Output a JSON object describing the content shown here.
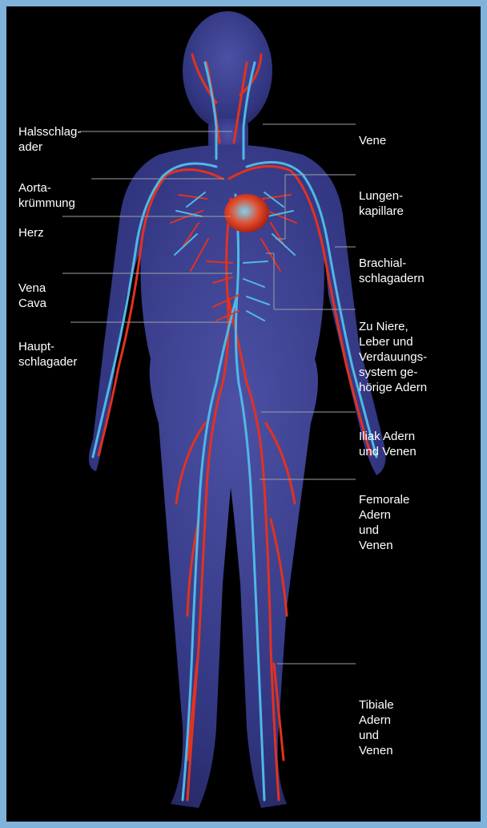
{
  "diagram": {
    "frame_color": "#7fb3dc",
    "background": "#000000",
    "artery_color": "#e2321f",
    "vein_color": "#4fb8e6",
    "body_color": "#4a4fb0",
    "labels_left": [
      {
        "id": "halsschlagader",
        "lines": [
          "Halsschlag-",
          "ader"
        ]
      },
      {
        "id": "aortakruemmung",
        "lines": [
          "Aorta-",
          "krümmung"
        ]
      },
      {
        "id": "herz",
        "lines": [
          "Herz"
        ]
      },
      {
        "id": "vena-cava",
        "lines": [
          "Vena",
          "Cava"
        ]
      },
      {
        "id": "hauptschlagader",
        "lines": [
          "Haupt-",
          "schlagader"
        ]
      }
    ],
    "labels_right": [
      {
        "id": "vene",
        "lines": [
          "Vene"
        ]
      },
      {
        "id": "lungenkapillare",
        "lines": [
          "Lungen-",
          "kapillare"
        ]
      },
      {
        "id": "brachialschlagadern",
        "lines": [
          "Brachial-",
          "schlagadern"
        ]
      },
      {
        "id": "zu-niere",
        "lines": [
          "Zu Niere,",
          "Leber und",
          "Verdauungs-",
          "system ge-",
          "hörige Adern"
        ]
      },
      {
        "id": "iliak",
        "lines": [
          "Iliak Adern",
          "und Venen"
        ]
      },
      {
        "id": "femorale",
        "lines": [
          "Femorale",
          "Adern",
          "und",
          "Venen"
        ]
      },
      {
        "id": "tibiale",
        "lines": [
          "Tibiale",
          "Adern",
          "und",
          "Venen"
        ]
      }
    ]
  }
}
